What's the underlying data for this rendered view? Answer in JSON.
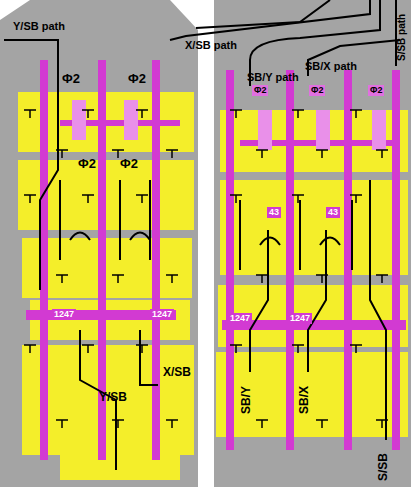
{
  "diagram": {
    "labels": [
      "Y/SB path",
      "X/SB path",
      "SB/Y path",
      "SB/X path",
      "S/SB path",
      "Φ2",
      "Φ2",
      "Φ2",
      "Φ2",
      "Φ2",
      "Φ2",
      "Φ2",
      "43",
      "43",
      "1247",
      "1247",
      "1247",
      "1247",
      "Y/SB",
      "X/SB",
      "SB/Y",
      "SB/X",
      "S/SB"
    ]
  }
}
